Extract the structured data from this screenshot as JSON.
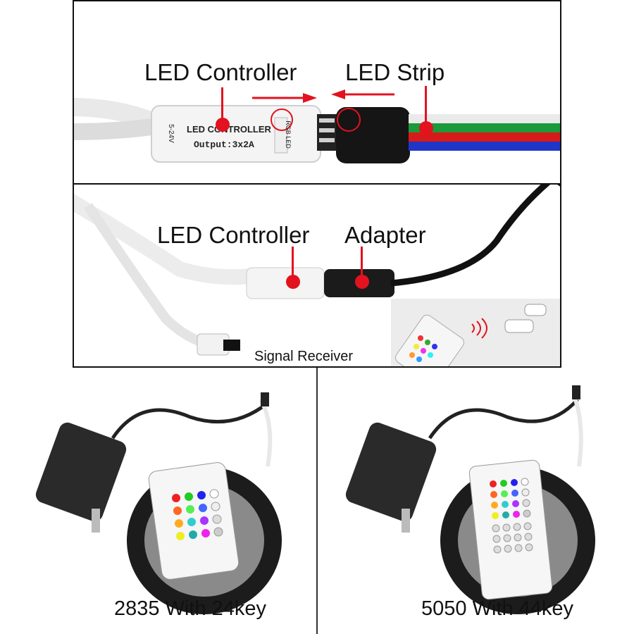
{
  "panel_top": {
    "label_controller": "LED Controller",
    "label_strip": "LED Strip",
    "controller_text": "LED CONTROLLER",
    "controller_output": "Output:3x2A",
    "controller_voltage": "5-24V",
    "controller_rgb": "RGB LED"
  },
  "panel_middle": {
    "label_controller": "LED Controller",
    "label_adapter": "Adapter",
    "label_receiver": "Signal Receiver"
  },
  "bottom": {
    "left_caption": "2835 With 24key",
    "right_caption": "5050 With 44key"
  },
  "colors": {
    "accent_red": "#e3121f",
    "wire_green": "#1a9a3a",
    "wire_red": "#d81a1a",
    "wire_blue": "#2036c8"
  }
}
